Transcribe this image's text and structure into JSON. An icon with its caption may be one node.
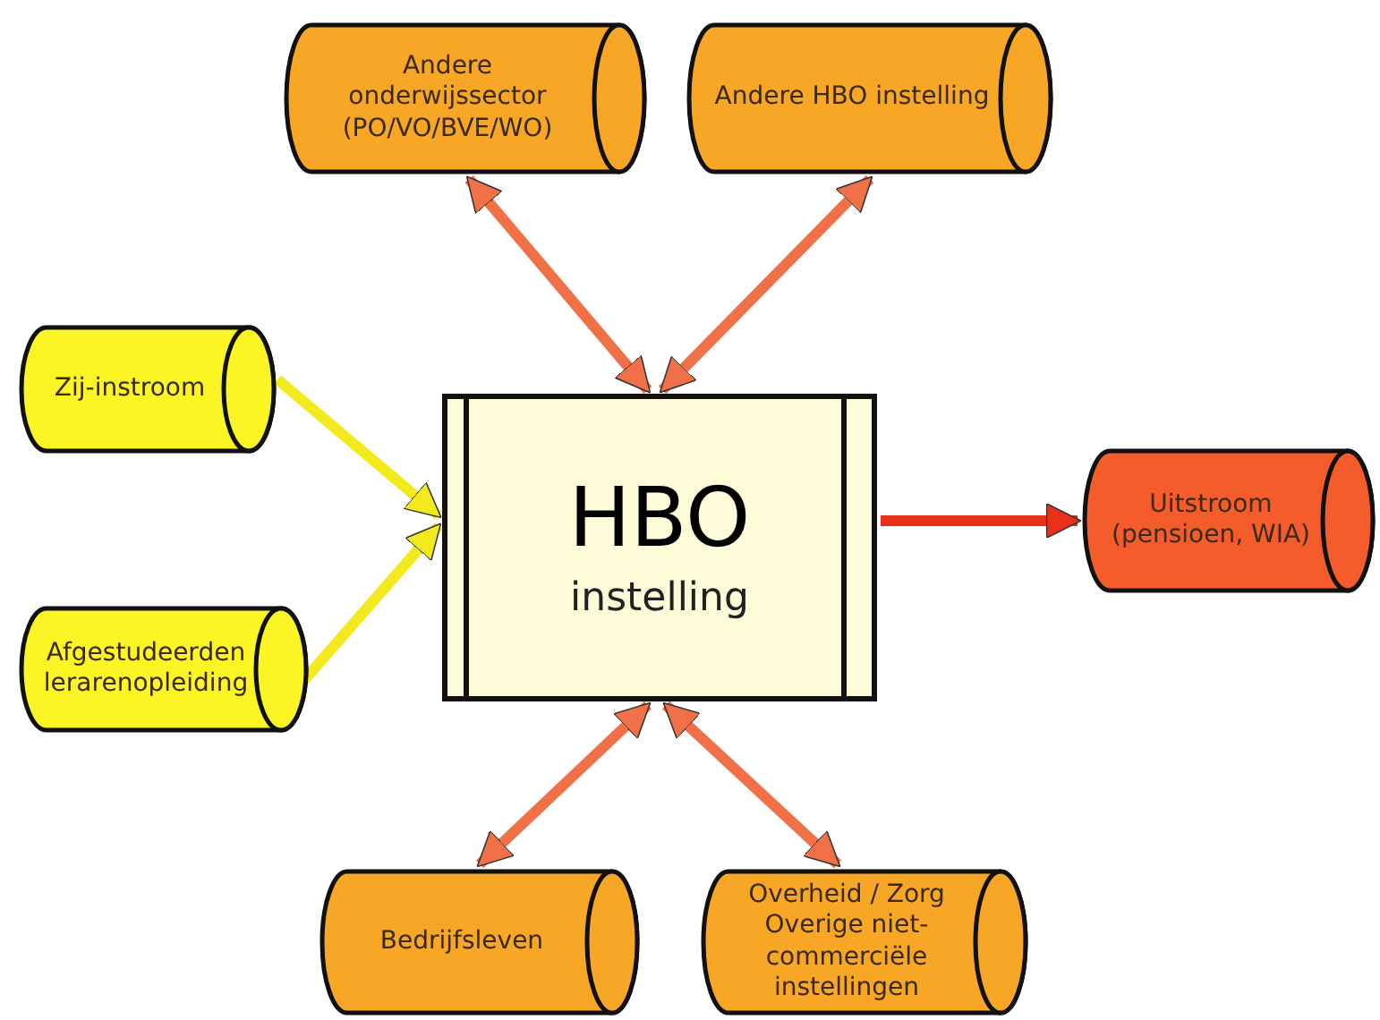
{
  "diagram": {
    "nodes": [
      {
        "text": [
          "HBO",
          "instelling"
        ]
      },
      {
        "text": [
          "Andere onderwijssector (PO/VO/BVE/WO)"
        ]
      },
      {
        "text": [
          "Andere HBO instelling"
        ]
      },
      {
        "text": [
          "Zij-instroom"
        ]
      },
      {
        "text": [
          "Afgestudeerden lerarenopleiding"
        ]
      },
      {
        "text": [
          "Uitstroom (pensioen, WIA)"
        ]
      },
      {
        "text": [
          "Bedrijfsleven"
        ]
      },
      {
        "text": [
          "Overheid / Zorg Overige niet-commerciële instellingen"
        ]
      }
    ],
    "edges": [
      {
        "from": 0,
        "to": 1,
        "arrow": "both",
        "color": "#f07048"
      },
      {
        "from": 0,
        "to": 2,
        "arrow": "both",
        "color": "#f07048"
      },
      {
        "from": 3,
        "to": 0,
        "arrow": "to",
        "color": "#f2ea1c"
      },
      {
        "from": 4,
        "to": 0,
        "arrow": "to",
        "color": "#f2ea1c"
      },
      {
        "from": 0,
        "to": 5,
        "arrow": "to",
        "color": "#e8301a"
      },
      {
        "from": 0,
        "to": 6,
        "arrow": "both",
        "color": "#f07048"
      },
      {
        "from": 0,
        "to": 7,
        "arrow": "both",
        "color": "#f07048"
      }
    ]
  }
}
